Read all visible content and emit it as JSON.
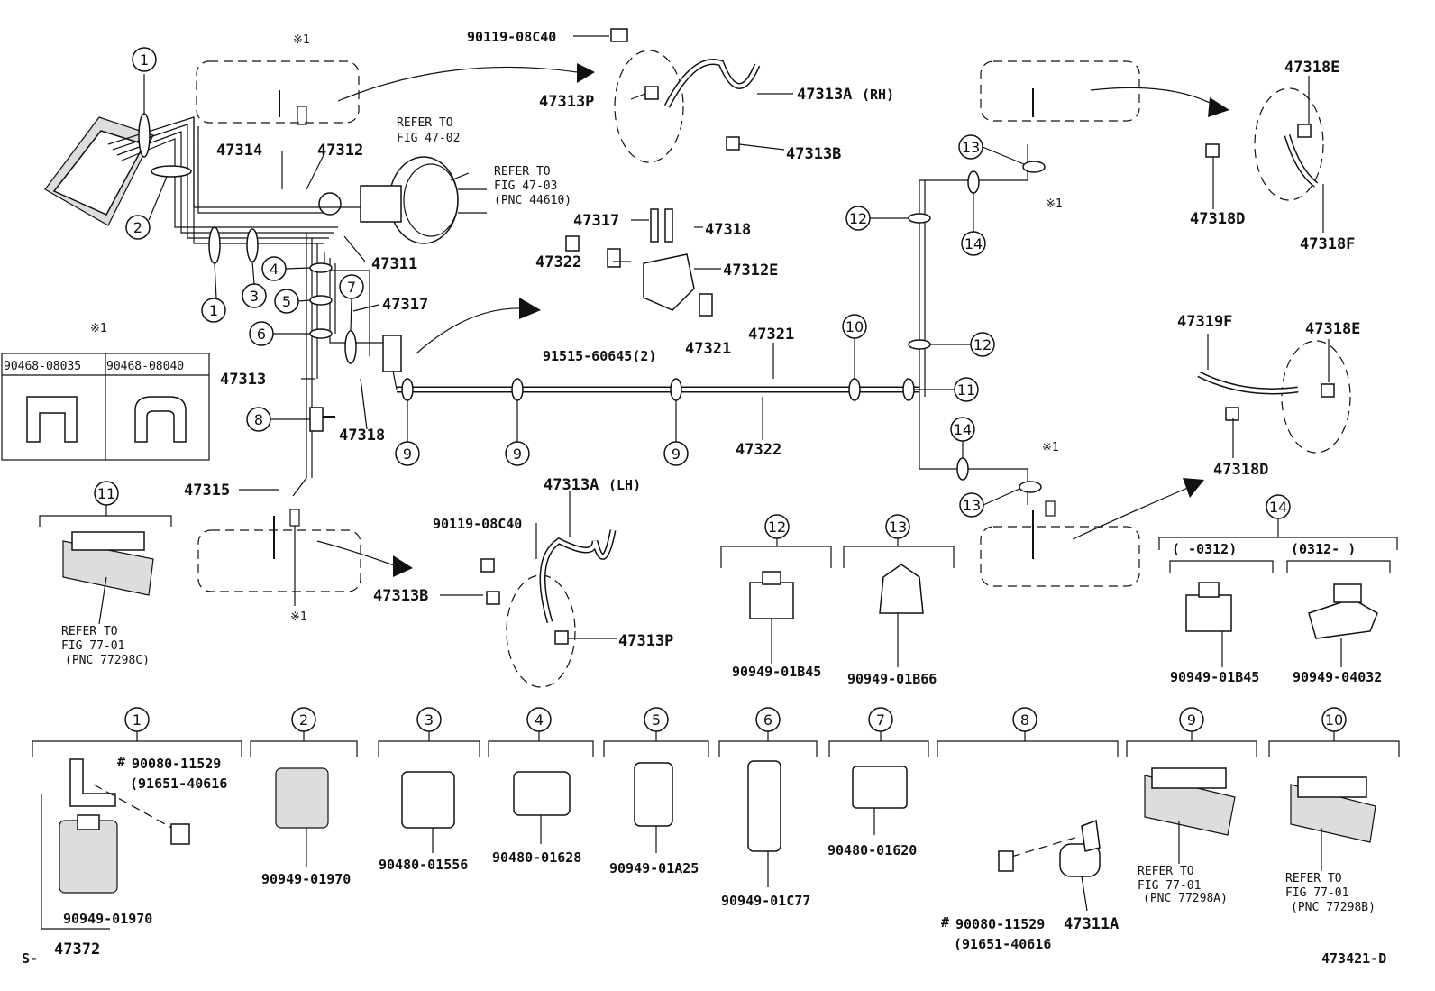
{
  "pnc_labels": {
    "p90119_08c40_top": "90119-08C40",
    "p47313p_top": "47313P",
    "p47313a_rh": "47313A",
    "rh_suffix": "(RH)",
    "p47313b_top": "47313B",
    "p47314": "47314",
    "p47312": "47312",
    "p47311": "47311",
    "p47317_a": "47317",
    "p47318_a": "47318",
    "p47322_a": "47322",
    "p47312e": "47312E",
    "p47317_b": "47317",
    "p91515": "91515-60645(2)",
    "p47321_a": "47321",
    "p47321_b": "47321",
    "p47313": "47313",
    "p47318_b": "47318",
    "p47322_b": "47322",
    "p47315": "47315",
    "p47313a_lh": "47313A",
    "lh_suffix": "(LH)",
    "p90119_08c40_bot": "90119-08C40",
    "p47313b_bot": "47313B",
    "p47313p_bot": "47313P",
    "p47318e_top": "47318E",
    "p47318d_top": "47318D",
    "p47318f": "47318F",
    "p47319f": "47319F",
    "p47318e_bot": "47318E",
    "p47318d_bot": "47318D",
    "clip12": "90949-01B45",
    "clip13": "90949-01B66",
    "clip14a": "90949-01B45",
    "clip14b": "90949-04032",
    "clip1": "90949-01970",
    "clip1_bracket": "47372",
    "clip1_bolt": "90080-11529",
    "clip1_bolt_alt": "(91651-40616",
    "clip2": "90949-01970",
    "clip3": "90480-01556",
    "clip4": "90480-01628",
    "clip5": "90949-01A25",
    "clip6": "90949-01C77",
    "clip7": "90480-01620",
    "clip8_bolt": "90080-11529",
    "clip8_bolt_alt": "(91651-40616",
    "clip8_part": "47311A",
    "hash": "#",
    "diagram_id": "473421-D",
    "s_mark": "S-"
  },
  "refs": {
    "fig4702_a": "REFER TO",
    "fig4702_b": "FIG 47-02",
    "fig4703_a": "REFER TO",
    "fig4703_b": "FIG 47-03",
    "fig4703_c": "(PNC 44610)",
    "ref11_a": "REFER TO",
    "ref11_b": "FIG 77-01",
    "ref11_c": "(PNC 77298C)",
    "ref9_a": "REFER TO",
    "ref9_b": "FIG 77-01",
    "ref9_c": "(PNC 77298A)",
    "ref10_a": "REFER TO",
    "ref10_b": "FIG 77-01",
    "ref10_c": "(PNC 77298B)"
  },
  "table": {
    "note": "※1",
    "col1": "90468-08035",
    "col2": "90468-08040"
  },
  "note_mark": "※1",
  "date_range": {
    "left": "(      -0312)",
    "right": "(0312-      )"
  },
  "callouts": [
    "1",
    "2",
    "3",
    "4",
    "5",
    "6",
    "7",
    "8",
    "9",
    "10",
    "11",
    "12",
    "13",
    "14"
  ]
}
